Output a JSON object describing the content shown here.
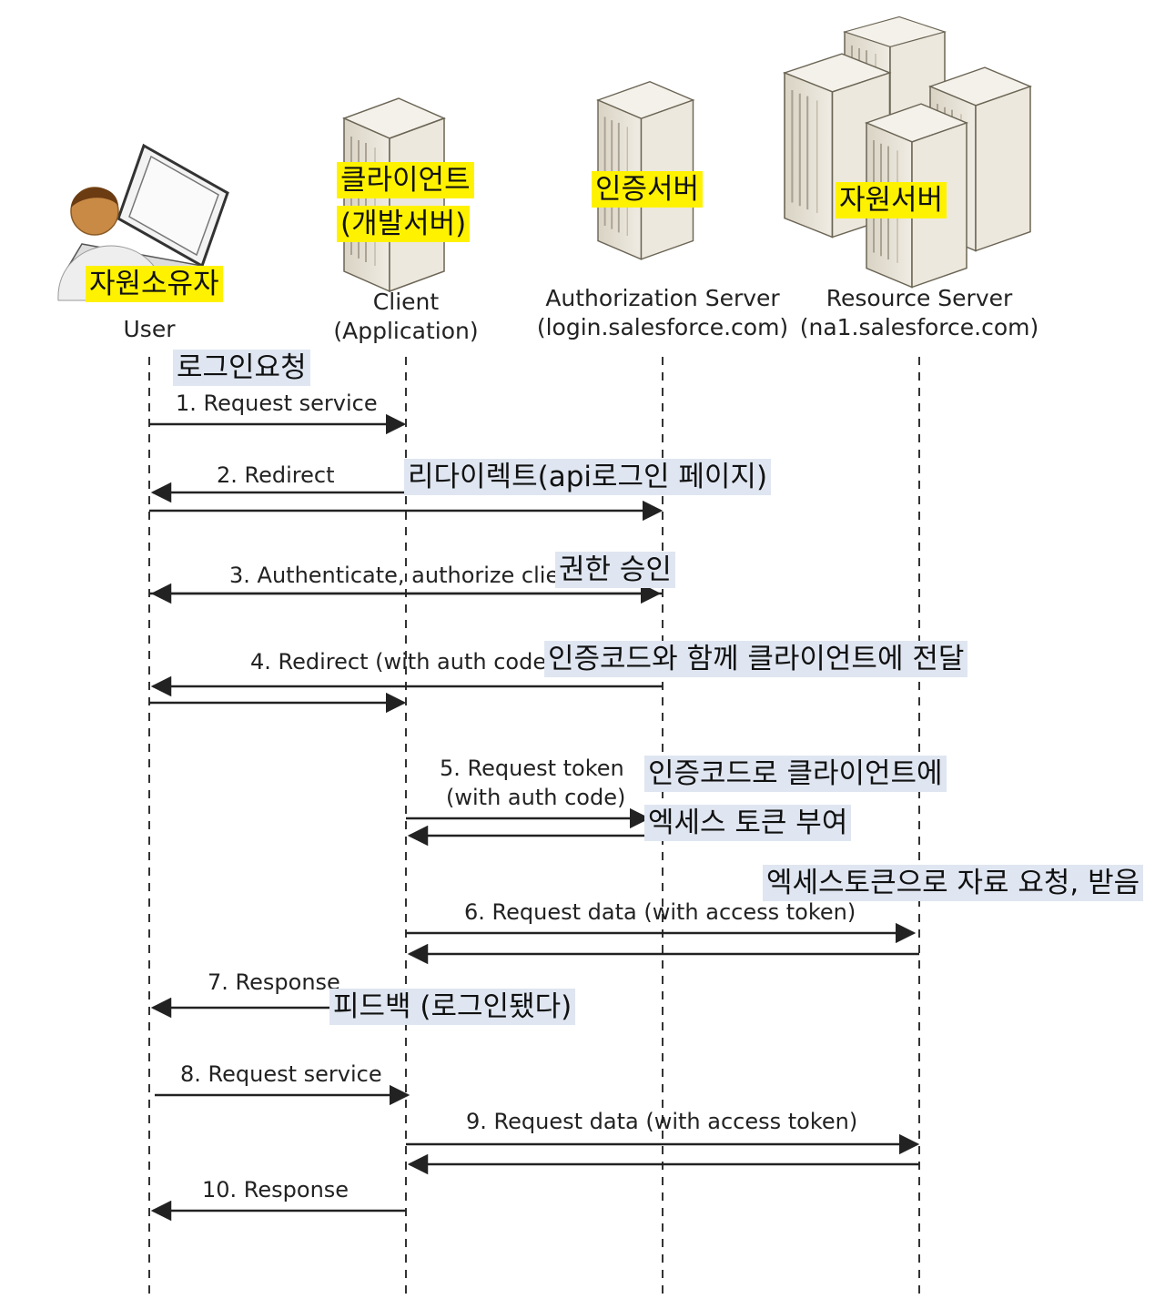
{
  "colors": {
    "yellow_highlight": "#fff200",
    "blue_highlight": "#dfe6f1",
    "server_body": "#e7e2d6",
    "lifeline": "#333333"
  },
  "participants": {
    "user": {
      "label_1": "User",
      "label_2": "",
      "annotation": "자원소유자",
      "icon": "user-laptop-icon"
    },
    "client": {
      "label_1": "Client",
      "label_2": "(Application)",
      "annotation_1": "클라이언트",
      "annotation_2": "(개발서버)",
      "icon": "server-tower-icon"
    },
    "auth": {
      "label_1": "Authorization Server",
      "label_2": "(login.salesforce.com)",
      "annotation": "인증서버",
      "icon": "server-tower-icon"
    },
    "resource": {
      "label_1": "Resource Server",
      "label_2": "(na1.salesforce.com)",
      "annotation": "자원서버",
      "icon": "server-cluster-icon"
    }
  },
  "messages": {
    "m1": "1. Request service",
    "m2": "2. Redirect",
    "m3": "3. Authenticate, authorize clie",
    "m4": "4. Redirect (with auth code",
    "m5_1": "5. Request token",
    "m5_2": "(with auth code)",
    "m6": "6. Request data (with access token)",
    "m7": "7. Response",
    "m8": "8. Request service",
    "m9": "9. Request data (with access token)",
    "m10": "10. Response"
  },
  "notes": {
    "login_request": "로그인요청",
    "redirect_api_login": "리다이렉트(api로그인 페이지)",
    "grant_permission": "권한 승인",
    "auth_code_to_client": "인증코드와 함께 클라이언트에 전달",
    "token_line_1": "인증코드로 클라이언트에",
    "token_line_2": "엑세스 토큰 부여",
    "request_with_token": "엑세스토큰으로 자료 요청, 받음",
    "feedback_logged_in": "피드백 (로그인됐다)"
  }
}
